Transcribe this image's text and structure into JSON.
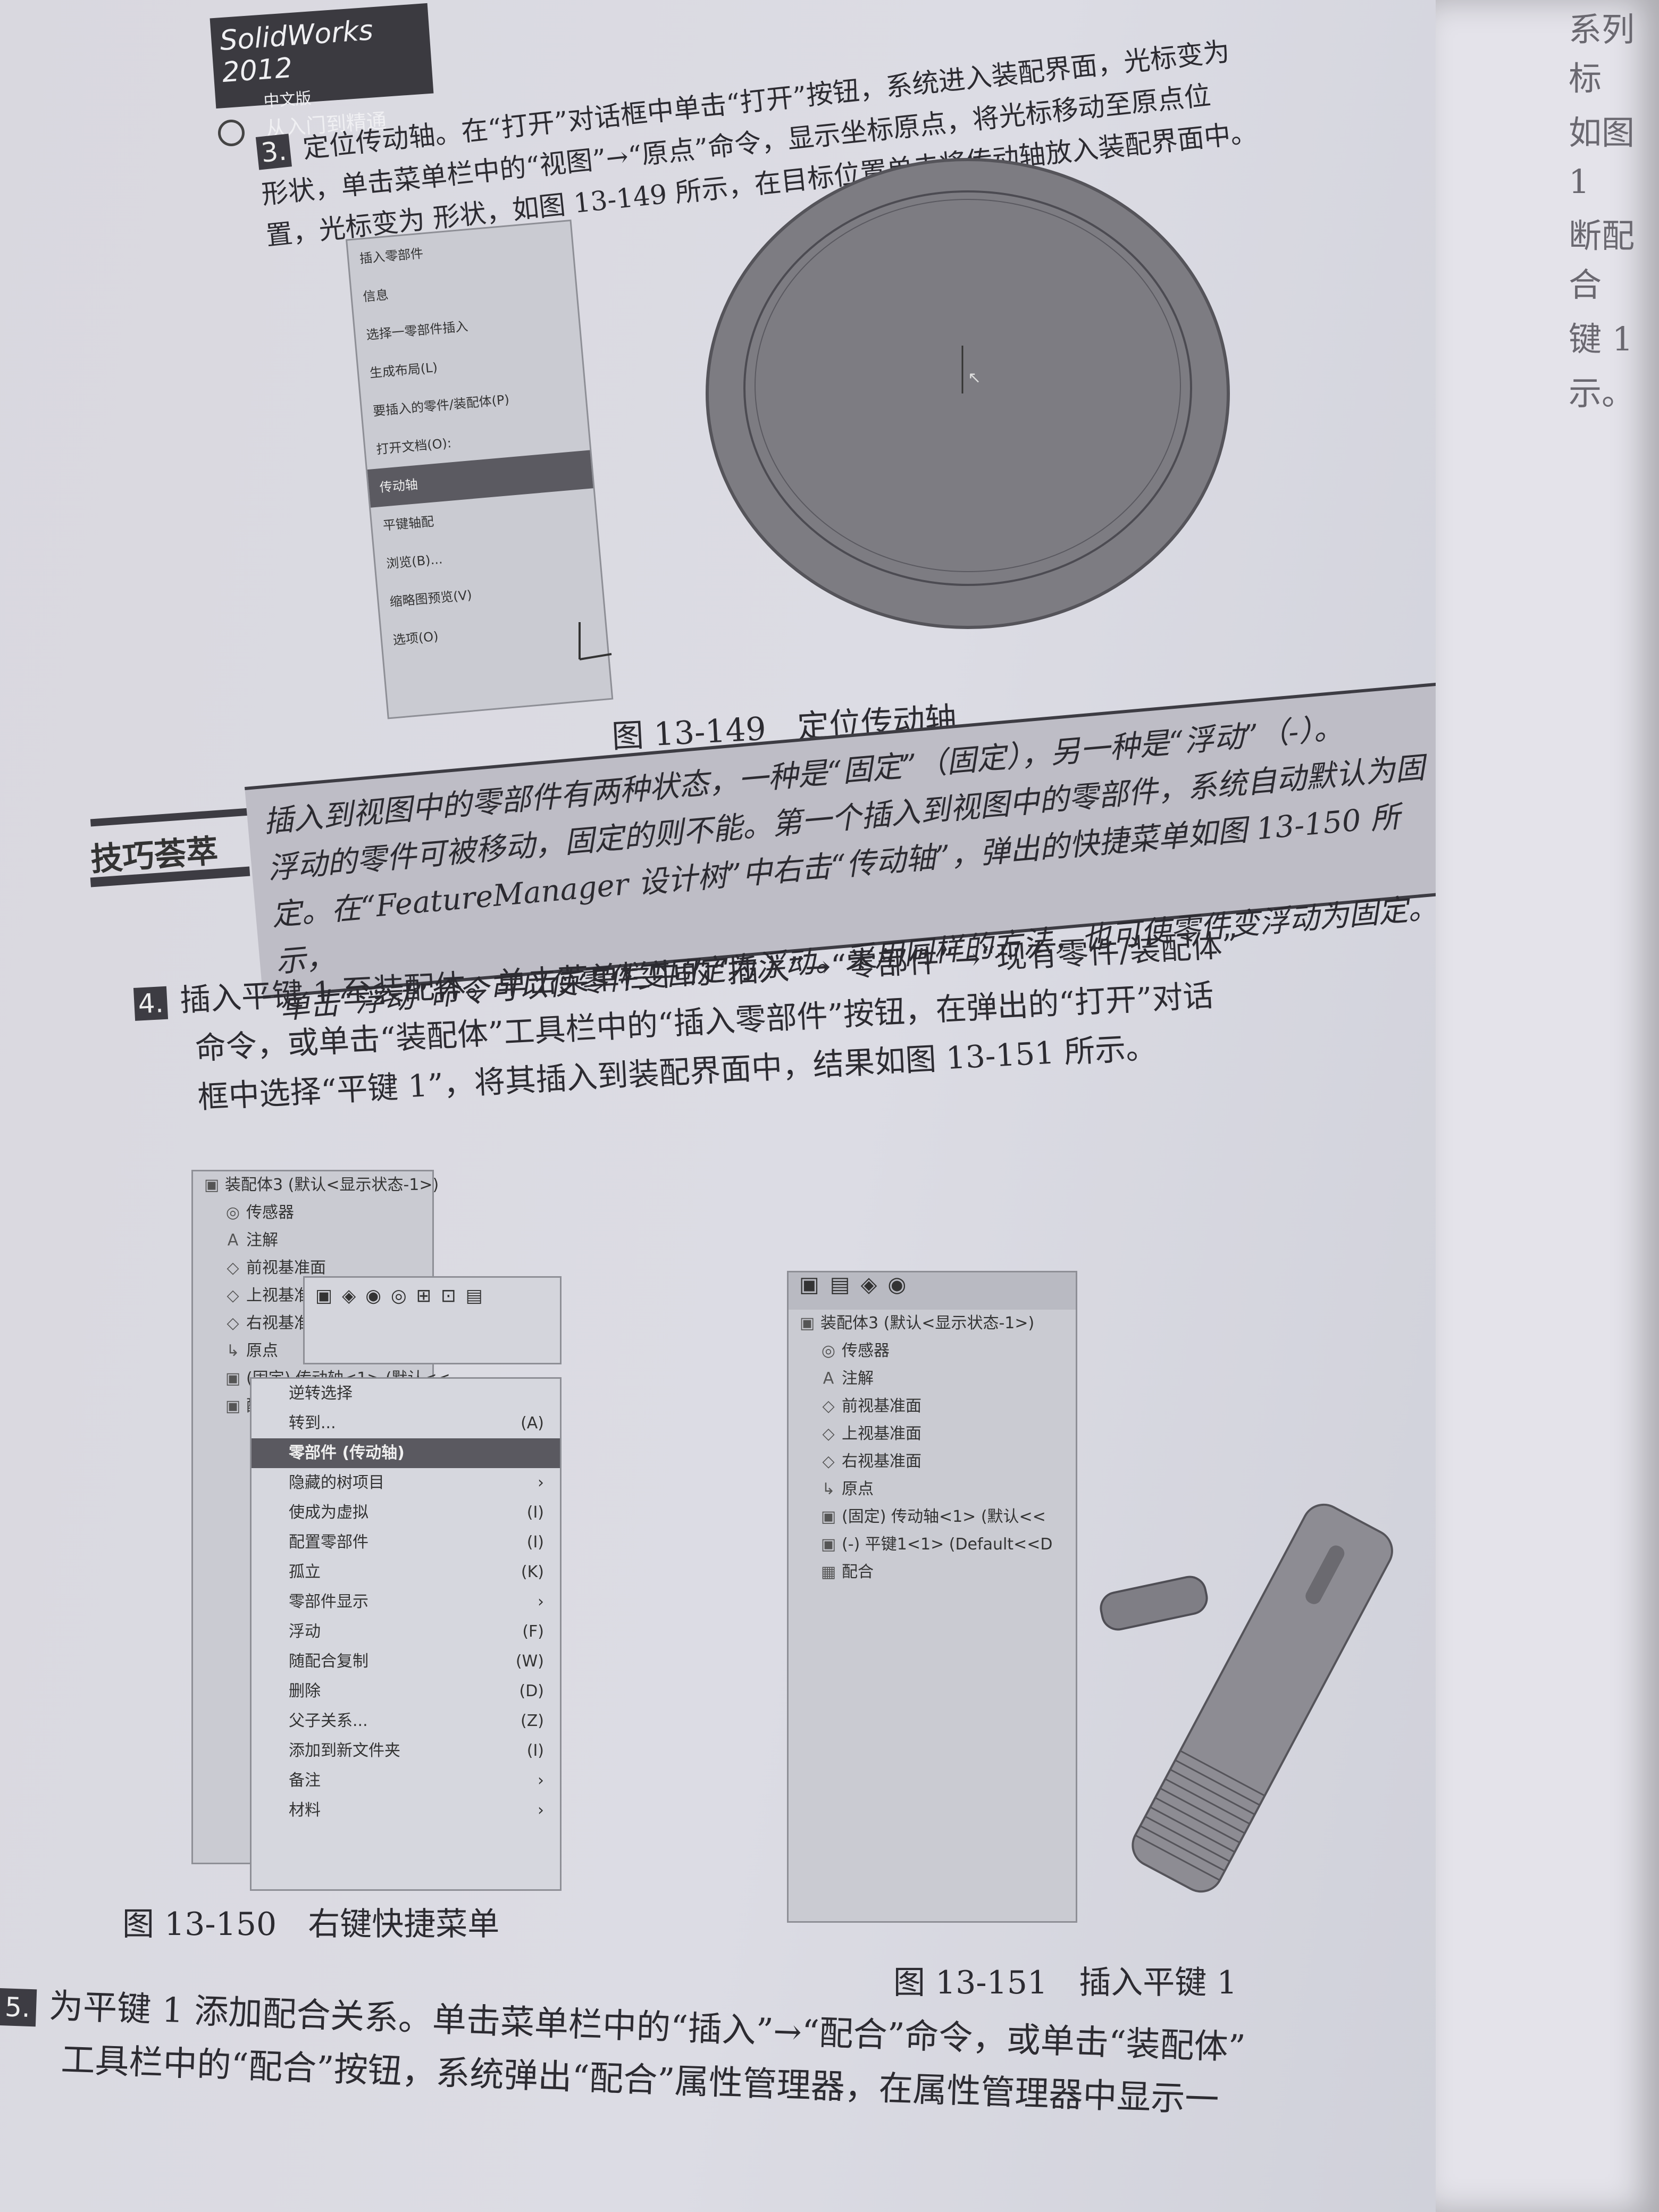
{
  "header": {
    "brand": "SolidWorks 2012",
    "edition": "中文版",
    "series": "从入门到精通"
  },
  "right_page_fragments": [
    "系列标",
    "如图 1",
    "断配合",
    "键 1",
    "示。"
  ],
  "step3": {
    "number": "3.",
    "line1": "定位传动轴。在“打开”对话框中单击“打开”按钮，系统进入装配界面，光标变为",
    "line2": "形状，单击菜单栏中的“视图”→“原点”命令，显示坐标原点，将光标移动至原点位",
    "line3": "置，光标变为 形状，如图 13-149 所示，在目标位置单击将传动轴放入装配界面中。"
  },
  "fig149": {
    "panel_items": [
      "插入零部件",
      "信息",
      "选择一零部件插入",
      "生成布局(L)",
      "要插入的零件/装配体(P)",
      "打开文档(O):",
      "传动轴",
      "平键轴配",
      "浏览(B)...",
      "缩略图预览(V)",
      "选项(O)"
    ],
    "caption_num": "图 13-149",
    "caption_text": "定位传动轴"
  },
  "tip": {
    "label": "技巧荟萃",
    "line1": "插入到视图中的零部件有两种状态，一种是“固定”（固定），另一种是“浮动”（-）。",
    "line2": "浮动的零件可被移动，固定的则不能。第一个插入到视图中的零部件，系统自动默认为固",
    "line3": "定。在“FeatureManager 设计树”中右击“传动轴”，弹出的快捷菜单如图 13-150 所示，",
    "line4": "单击“浮动”命令可以使零件变固定为浮动。采用同样的方法，也可使零件变浮动为固定。"
  },
  "step4": {
    "number": "4.",
    "line1": "插入平键 1 至装配体。单击菜单栏中的“插入”→“零部件”→“现有零件/装配体”",
    "line2": "命令，或单击“装配体”工具栏中的“插入零部件”按钮，在弹出的“打开”对话",
    "line3": "框中选择“平键 1”，将其插入到装配界面中，结果如图 13-151 所示。"
  },
  "fig150": {
    "tree": [
      "装配体3 (默认<显示状态-1>)",
      "传感器",
      "注解",
      "前视基准面",
      "上视基准面",
      "右视基准面",
      "原点",
      "(固定) 传动轴<1> (默认<<",
      "配合"
    ],
    "menu": [
      {
        "label": "逆转选择",
        "key": "",
        "hl": false
      },
      {
        "label": "转到...",
        "key": "(A)",
        "hl": false
      },
      {
        "label": "零部件 (传动轴)",
        "key": "",
        "hl": true
      },
      {
        "label": "隐藏的树项目",
        "key": "›",
        "hl": false
      },
      {
        "label": "使成为虚拟",
        "key": "(I)",
        "hl": false
      },
      {
        "label": "配置零部件",
        "key": "(I)",
        "hl": false
      },
      {
        "label": "孤立",
        "key": "(K)",
        "hl": false
      },
      {
        "label": "零部件显示",
        "key": "›",
        "hl": false
      },
      {
        "label": "浮动",
        "key": "(F)",
        "hl": false
      },
      {
        "label": "随配合复制",
        "key": "(W)",
        "hl": false
      },
      {
        "label": "删除",
        "key": "(D)",
        "hl": false
      },
      {
        "label": "父子关系...",
        "key": "(Z)",
        "hl": false
      },
      {
        "label": "添加到新文件夹",
        "key": "(I)",
        "hl": false
      },
      {
        "label": "备注",
        "key": "›",
        "hl": false
      },
      {
        "label": "材料",
        "key": "›",
        "hl": false
      }
    ],
    "caption_num": "图 13-150",
    "caption_text": "右键快捷菜单"
  },
  "fig151": {
    "tree": [
      "装配体3 (默认<显示状态-1>)",
      "传感器",
      "注解",
      "前视基准面",
      "上视基准面",
      "右视基准面",
      "原点",
      "(固定) 传动轴<1> (默认<<",
      "(-) 平键1<1> (Default<<D",
      "配合"
    ],
    "caption_num": "图 13-151",
    "caption_text": "插入平键 1"
  },
  "step5": {
    "number": "5.",
    "line1": "为平键 1 添加配合关系。单击菜单栏中的“插入”→“配合”命令，或单击“装配体”",
    "line2": "工具栏中的“配合”按钮，系统弹出“配合”属性管理器，在属性管理器中显示一"
  }
}
